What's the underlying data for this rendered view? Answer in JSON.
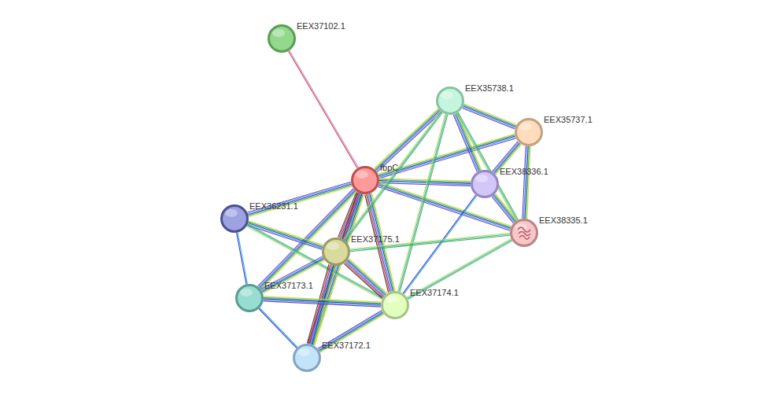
{
  "diagram": {
    "nodes": [
      {
        "text": [
          "EEX37102.1"
        ]
      },
      {
        "text": [
          "EEX35738.1"
        ]
      },
      {
        "text": [
          "EEX35737.1"
        ]
      },
      {
        "text": [
          "fbpC"
        ]
      },
      {
        "text": [
          "EEX38336.1"
        ]
      },
      {
        "text": [
          "EEX36231.1"
        ]
      },
      {
        "text": [
          "EEX38335.1"
        ]
      },
      {
        "text": [
          "EEX37175.1"
        ]
      },
      {
        "text": [
          "EEX37173.1"
        ]
      },
      {
        "text": [
          "EEX37174.1"
        ]
      },
      {
        "text": [
          "EEX37172.1"
        ]
      }
    ],
    "edges": [
      {
        "from": 3,
        "to": 0,
        "arrow": "none"
      },
      {
        "from": 3,
        "to": 1,
        "arrow": "none"
      },
      {
        "from": 3,
        "to": 2,
        "arrow": "none"
      },
      {
        "from": 3,
        "to": 4,
        "arrow": "none"
      },
      {
        "from": 3,
        "to": 6,
        "arrow": "none"
      },
      {
        "from": 3,
        "to": 5,
        "arrow": "none"
      },
      {
        "from": 3,
        "to": 7,
        "arrow": "none"
      },
      {
        "from": 3,
        "to": 8,
        "arrow": "none"
      },
      {
        "from": 3,
        "to": 9,
        "arrow": "none"
      },
      {
        "from": 3,
        "to": 10,
        "arrow": "none"
      },
      {
        "from": 1,
        "to": 2,
        "arrow": "none"
      },
      {
        "from": 1,
        "to": 4,
        "arrow": "none"
      },
      {
        "from": 1,
        "to": 6,
        "arrow": "none"
      },
      {
        "from": 1,
        "to": 9,
        "arrow": "none"
      },
      {
        "from": 1,
        "to": 7,
        "arrow": "none"
      },
      {
        "from": 2,
        "to": 4,
        "arrow": "none"
      },
      {
        "from": 2,
        "to": 6,
        "arrow": "none"
      },
      {
        "from": 4,
        "to": 6,
        "arrow": "none"
      },
      {
        "from": 4,
        "to": 9,
        "arrow": "none"
      },
      {
        "from": 6,
        "to": 9,
        "arrow": "none"
      },
      {
        "from": 6,
        "to": 7,
        "arrow": "none"
      },
      {
        "from": 5,
        "to": 7,
        "arrow": "none"
      },
      {
        "from": 5,
        "to": 8,
        "arrow": "none"
      },
      {
        "from": 5,
        "to": 9,
        "arrow": "none"
      },
      {
        "from": 7,
        "to": 8,
        "arrow": "none"
      },
      {
        "from": 7,
        "to": 9,
        "arrow": "none"
      },
      {
        "from": 7,
        "to": 10,
        "arrow": "none"
      },
      {
        "from": 8,
        "to": 9,
        "arrow": "none"
      },
      {
        "from": 8,
        "to": 10,
        "arrow": "none"
      },
      {
        "from": 9,
        "to": 10,
        "arrow": "none"
      }
    ]
  }
}
